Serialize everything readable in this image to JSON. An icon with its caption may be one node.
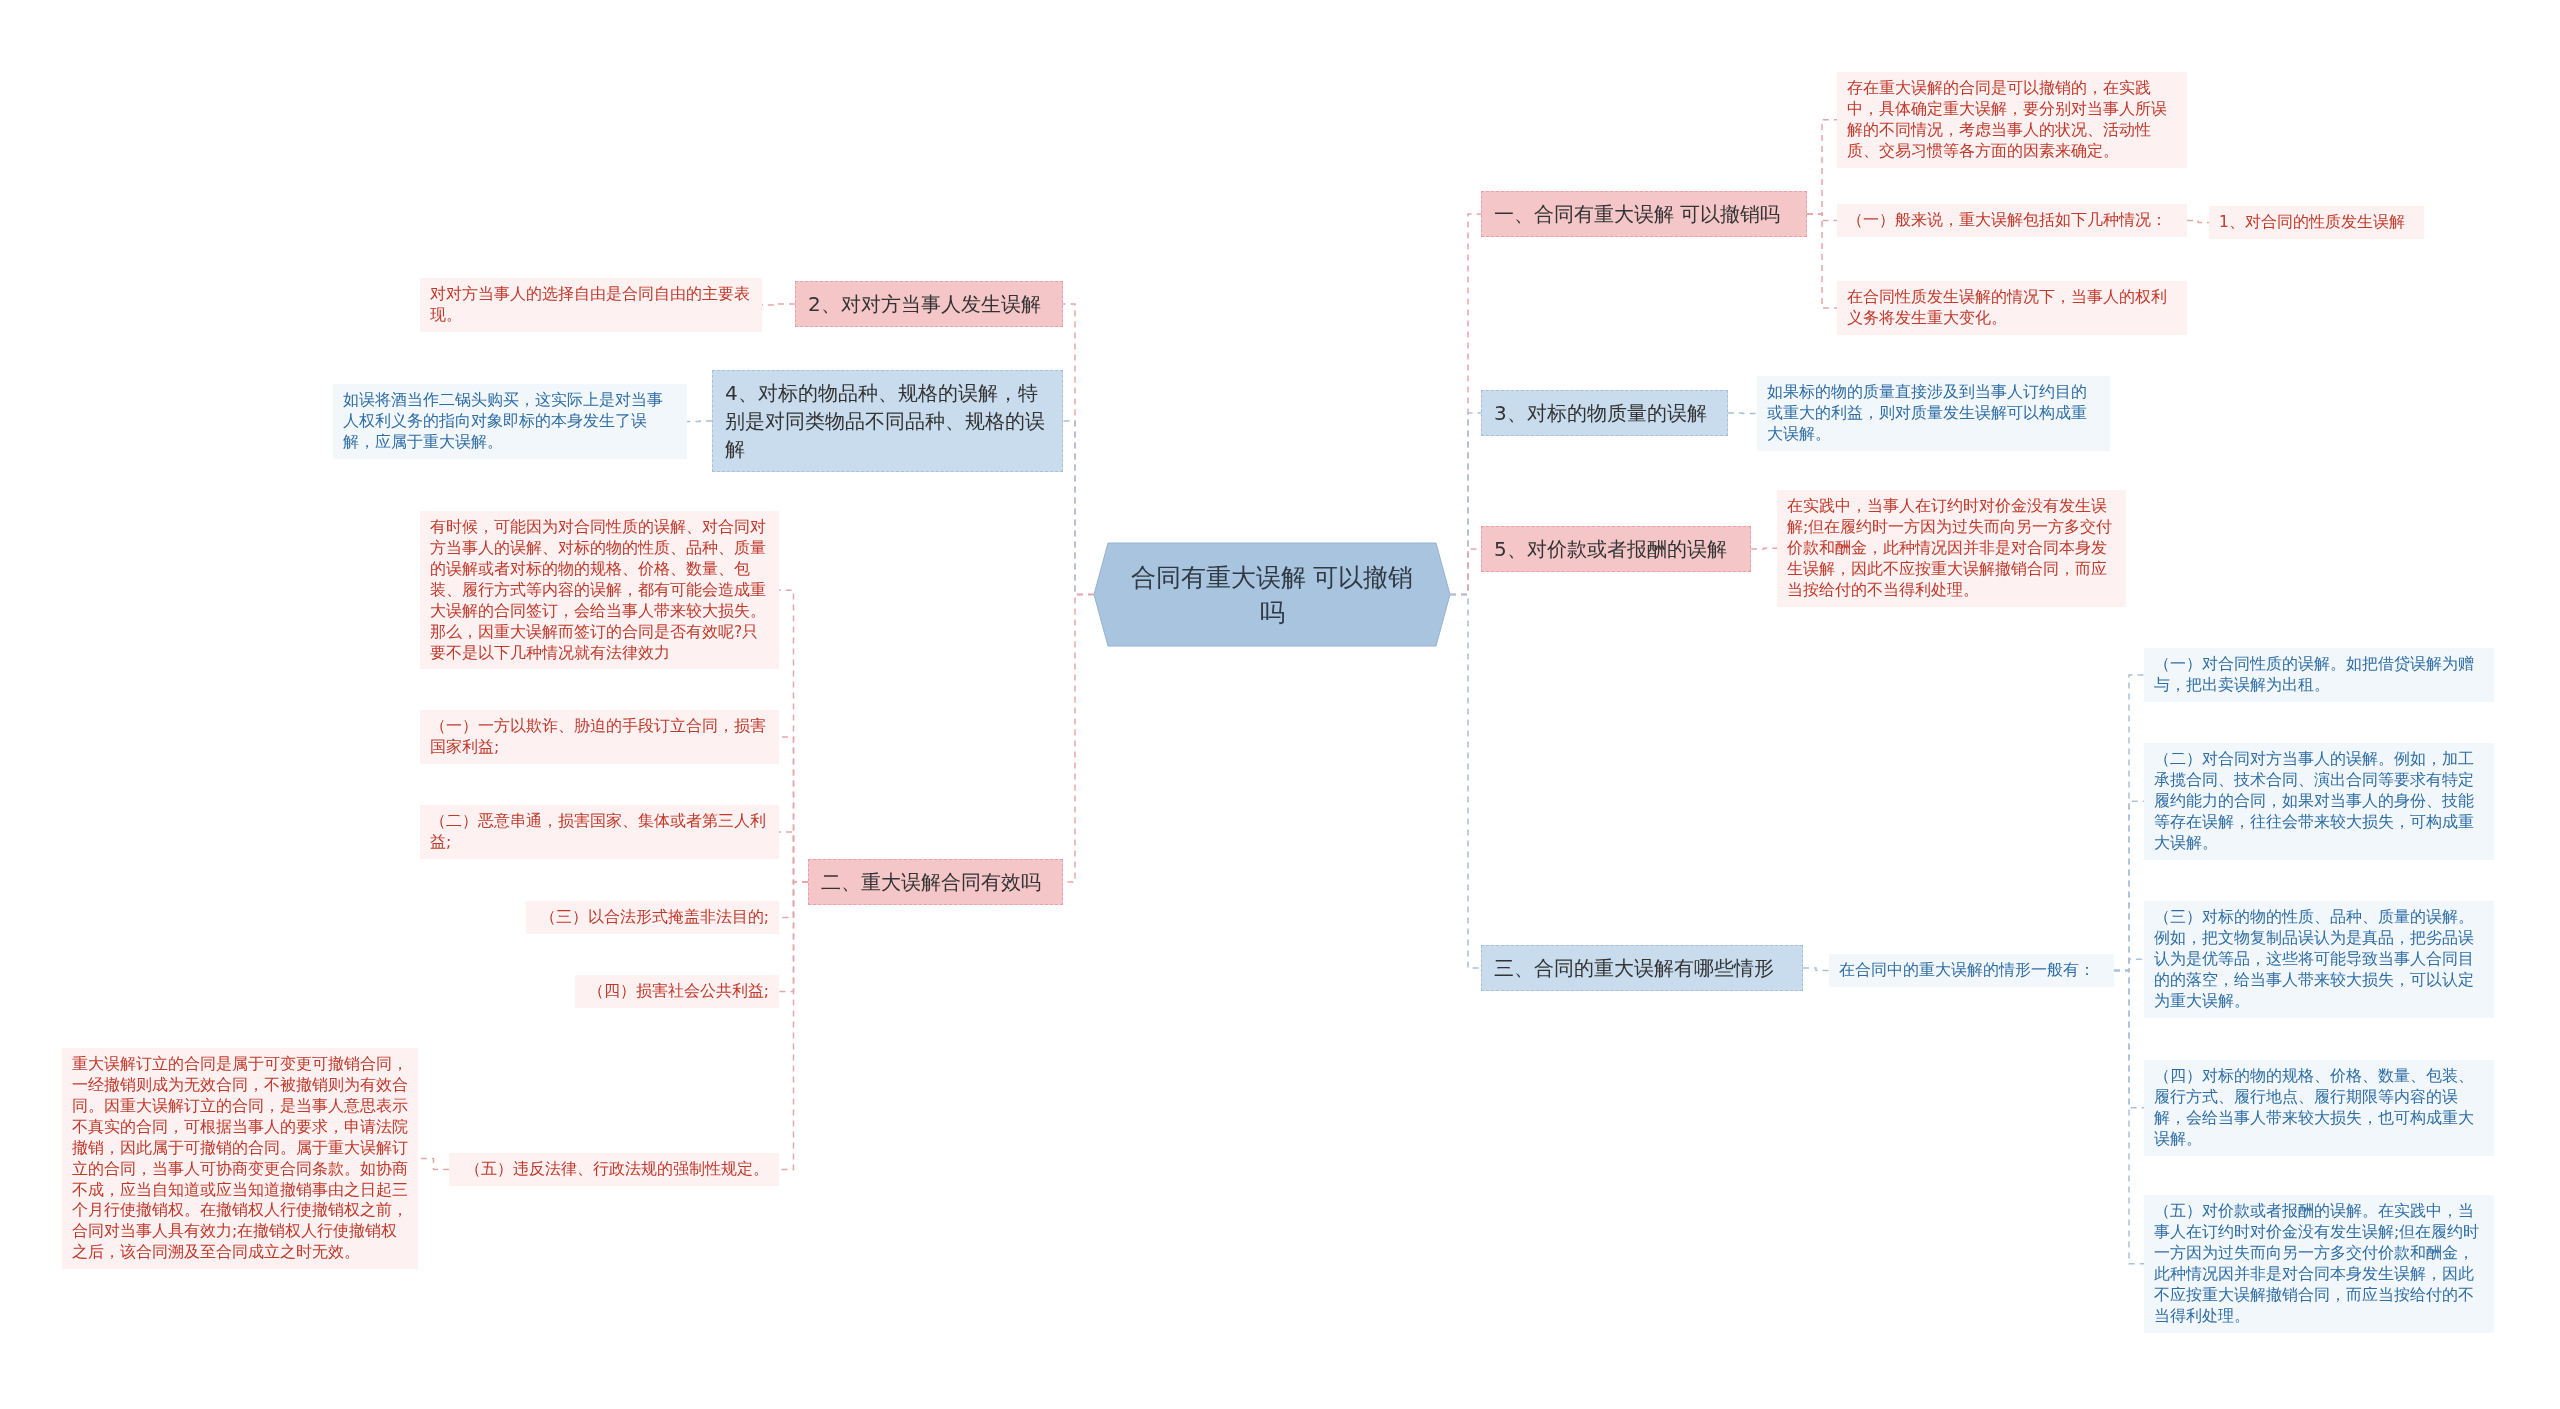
{
  "diagram": {
    "nodes": [
      {
        "text": [
          "合同有重大误解 可以撤销吗"
        ]
      },
      {
        "text": [
          "2、对对方当事人发生误解"
        ]
      },
      {
        "text": [
          "对对方当事人的选择自由是合同自由的主要表现。"
        ]
      },
      {
        "text": [
          "4、对标的物品种、规格的误解，特别是对同类物品不同品种、规格的误解"
        ]
      },
      {
        "text": [
          "如误将酒当作二锅头购买，这实际上是对当事人权利义务的指向对象即标的本身发生了误解，应属于重大误解。"
        ]
      },
      {
        "text": [
          "二、重大误解合同有效吗"
        ]
      },
      {
        "text": [
          "有时候，可能因为对合同性质的误解、对合同对方当事人的误解、对标的物的性质、品种、质量的误解或者对标的物的规格、价格、数量、包装、履行方式等内容的误解，都有可能会造成重大误解的合同签订，会给当事人带来较大损失。那么，因重大误解而签订的合同是否有效呢?只要不是以下几种情况就有法律效力"
        ]
      },
      {
        "text": [
          "（一）一方以欺诈、胁迫的手段订立合同，损害国家利益;"
        ]
      },
      {
        "text": [
          "（二）恶意串通，损害国家、集体或者第三人利益;"
        ]
      },
      {
        "text": [
          "（三）以合法形式掩盖非法目的;"
        ]
      },
      {
        "text": [
          "（四）损害社会公共利益;"
        ]
      },
      {
        "text": [
          "（五）违反法律、行政法规的强制性规定。"
        ]
      },
      {
        "text": [
          "重大误解订立的合同是属于可变更可撤销合同，一经撤销则成为无效合同，不被撤销则为有效合同。因重大误解订立的合同，是当事人意思表示不真实的合同，可根据当事人的要求，申请法院撤销，因此属于可撤销的合同。属于重大误解订立的合同，当事人可协商变更合同条款。如协商不成，应当自知道或应当知道撤销事由之日起三个月行使撤销权。在撤销权人行使撤销权之前，合同对当事人具有效力;在撤销权人行使撤销权之后，该合同溯及至合同成立之时无效。"
        ]
      },
      {
        "text": [
          "一、合同有重大误解 可以撤销吗"
        ]
      },
      {
        "text": [
          "存在重大误解的合同是可以撤销的，在实践中，具体确定重大误解，要分别对当事人所误解的不同情况，考虑当事人的状况、活动性质、交易习惯等各方面的因素来确定。"
        ]
      },
      {
        "text": [
          "（一）般来说，重大误解包括如下几种情况："
        ]
      },
      {
        "text": [
          "1、对合同的性质发生误解"
        ]
      },
      {
        "text": [
          "在合同性质发生误解的情况下，当事人的权利义务将发生重大变化。"
        ]
      },
      {
        "text": [
          "3、对标的物质量的误解"
        ]
      },
      {
        "text": [
          "如果标的物的质量直接涉及到当事人订约目的或重大的利益，则对质量发生误解可以构成重大误解。"
        ]
      },
      {
        "text": [
          "5、对价款或者报酬的误解"
        ]
      },
      {
        "text": [
          "在实践中，当事人在订约时对价金没有发生误解;但在履约时一方因为过失而向另一方多交付价款和酬金，此种情况因并非是对合同本身发生误解，因此不应按重大误解撤销合同，而应当按给付的不当得利处理。"
        ]
      },
      {
        "text": [
          "三、合同的重大误解有哪些情形"
        ]
      },
      {
        "text": [
          "在合同中的重大误解的情形一般有："
        ]
      },
      {
        "text": [
          "（一）对合同性质的误解。如把借贷误解为赠与，把出卖误解为出租。"
        ]
      },
      {
        "text": [
          "（二）对合同对方当事人的误解。例如，加工承揽合同、技术合同、演出合同等要求有特定履约能力的合同，如果对当事人的身份、技能等存在误解，往往会带来较大损失，可构成重大误解。"
        ]
      },
      {
        "text": [
          "（三）对标的物的性质、品种、质量的误解。例如，把文物复制品误认为是真品，把劣品误认为是优等品，这些将可能导致当事人合同目的的落空，给当事人带来较大损失，可以认定为重大误解。"
        ]
      },
      {
        "text": [
          "（四）对标的物的规格、价格、数量、包装、履行方式、履行地点、履行期限等内容的误解，会给当事人带来较大损失，也可构成重大误解。"
        ]
      },
      {
        "text": [
          "（五）对价款或者报酬的误解。在实践中，当事人在订约时对价金没有发生误解;但在履约时一方因为过失而向另一方多交付价款和酬金，此种情况因并非是对合同本身发生误解，因此不应按重大误解撤销合同，而应当按给付的不当得利处理。"
        ]
      }
    ],
    "edges": [
      {
        "from": 0,
        "to": 1,
        "arrow": "none"
      },
      {
        "from": 1,
        "to": 2,
        "arrow": "none"
      },
      {
        "from": 0,
        "to": 3,
        "arrow": "none",
        "color": "#a9c1da"
      },
      {
        "from": 3,
        "to": 4,
        "arrow": "none",
        "color": "#a9c1da"
      },
      {
        "from": 0,
        "to": 5,
        "arrow": "none"
      },
      {
        "from": 5,
        "to": 6,
        "arrow": "none"
      },
      {
        "from": 5,
        "to": 7,
        "arrow": "none"
      },
      {
        "from": 5,
        "to": 8,
        "arrow": "none"
      },
      {
        "from": 5,
        "to": 9,
        "arrow": "none"
      },
      {
        "from": 5,
        "to": 10,
        "arrow": "none"
      },
      {
        "from": 5,
        "to": 11,
        "arrow": "none"
      },
      {
        "from": 11,
        "to": 12,
        "arrow": "none"
      },
      {
        "from": 0,
        "to": 13,
        "arrow": "none"
      },
      {
        "from": 13,
        "to": 14,
        "arrow": "none"
      },
      {
        "from": 13,
        "to": 15,
        "arrow": "none"
      },
      {
        "from": 15,
        "to": 16,
        "arrow": "none"
      },
      {
        "from": 13,
        "to": 17,
        "arrow": "none"
      },
      {
        "from": 0,
        "to": 18,
        "arrow": "none",
        "color": "#a9c1da"
      },
      {
        "from": 18,
        "to": 19,
        "arrow": "none",
        "color": "#a9c1da"
      },
      {
        "from": 0,
        "to": 20,
        "arrow": "none"
      },
      {
        "from": 20,
        "to": 21,
        "arrow": "none"
      },
      {
        "from": 0,
        "to": 22,
        "arrow": "none",
        "color": "#a9c1da"
      },
      {
        "from": 22,
        "to": 23,
        "arrow": "none",
        "color": "#a9c1da"
      },
      {
        "from": 23,
        "to": 24,
        "arrow": "none",
        "color": "#a9c1da"
      },
      {
        "from": 23,
        "to": 25,
        "arrow": "none",
        "color": "#a9c1da"
      },
      {
        "from": 23,
        "to": 26,
        "arrow": "none",
        "color": "#a9c1da"
      },
      {
        "from": 23,
        "to": 27,
        "arrow": "none",
        "color": "#a9c1da"
      },
      {
        "from": 23,
        "to": 28,
        "arrow": "none",
        "color": "#a9c1da"
      }
    ]
  }
}
